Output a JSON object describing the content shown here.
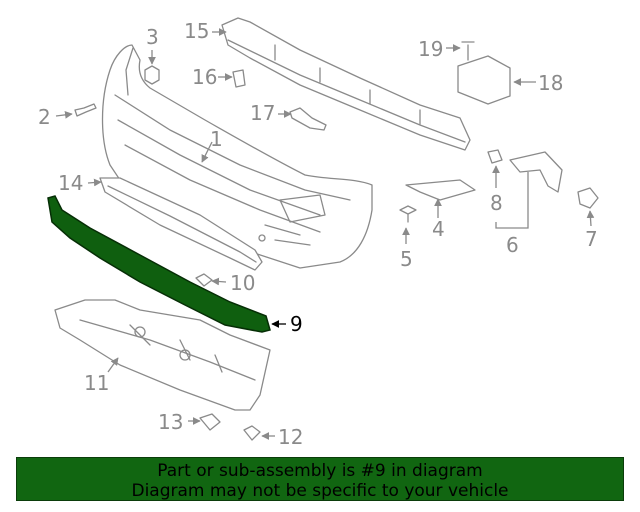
{
  "diagram": {
    "highlight_color": "#0f5f0f",
    "banner_color": "#116611",
    "callouts": {
      "c1": "1",
      "c2": "2",
      "c3": "3",
      "c4": "4",
      "c5": "5",
      "c6": "6",
      "c7": "7",
      "c8": "8",
      "c9": "9",
      "c10": "10",
      "c11": "11",
      "c12": "12",
      "c13": "13",
      "c14": "14",
      "c15": "15",
      "c16": "16",
      "c17": "17",
      "c18": "18",
      "c19": "19"
    }
  },
  "banner": {
    "line1": "Part or sub-assembly is #9 in diagram",
    "line2": "Diagram may not be specific to your vehicle"
  }
}
